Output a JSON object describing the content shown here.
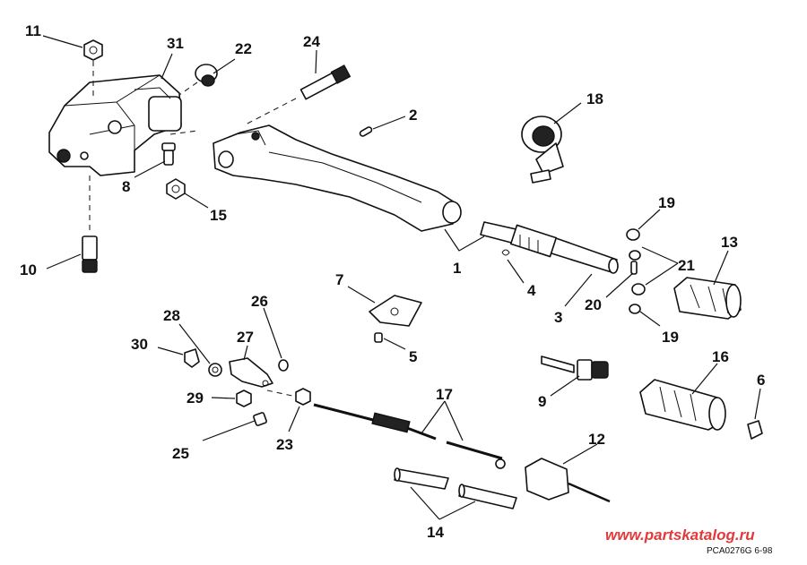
{
  "watermark": "www.partskatalog.ru",
  "drawing_code": "PCA0276G  6-98",
  "callouts": {
    "c1": "1",
    "c2": "2",
    "c3": "3",
    "c4": "4",
    "c5": "5",
    "c6": "6",
    "c7": "7",
    "c8": "8",
    "c9": "9",
    "c10": "10",
    "c11": "11",
    "c12": "12",
    "c13": "13",
    "c14": "14",
    "c15": "15",
    "c16": "16",
    "c17": "17",
    "c18": "18",
    "c19a": "19",
    "c19b": "19",
    "c20": "20",
    "c21": "21",
    "c22": "22",
    "c23": "23",
    "c24": "24",
    "c25": "25",
    "c26": "26",
    "c27": "27",
    "c28": "28",
    "c29": "29",
    "c30": "30",
    "c31": "31"
  }
}
